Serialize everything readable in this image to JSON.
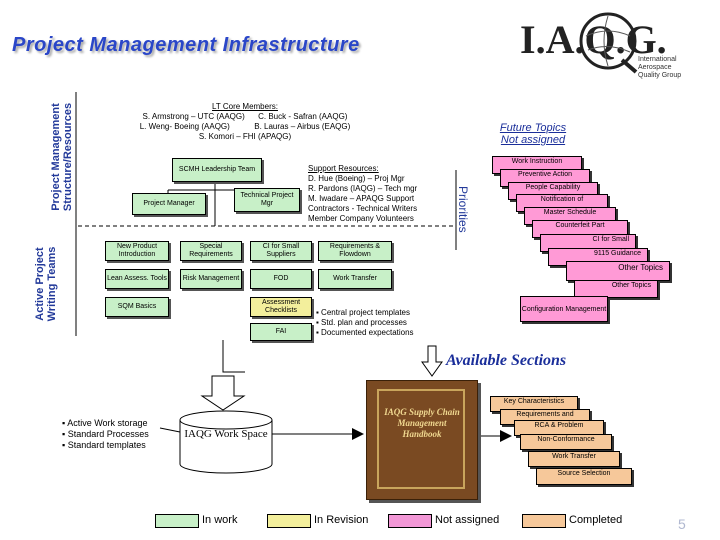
{
  "title": "Project Management Infrastructure",
  "logo": {
    "letters": "I.A.Q.G.",
    "subtitle_line1": "International Aerospace",
    "subtitle_line2": "Quality Group",
    "page_number": "5"
  },
  "side_labels": {
    "top": [
      "Project Management",
      "Structure/Resources"
    ],
    "bottom": [
      "Active Project",
      "Writing Teams"
    ]
  },
  "lt_core": {
    "heading": "LT Core Members:",
    "line1": "S. Armstrong – UTC (AAQG)      C. Buck - Safran (AAQG)",
    "line2": "L. Weng- Boeing (AAQG)           B. Lauras – Airbus (EAQG)",
    "line3": "S. Komori – FHI (APAQG)"
  },
  "leadership": {
    "scmh": "SCMH Leadership Team",
    "project_manager": "Project Manager",
    "technical_pm": "Technical Project Mgr"
  },
  "support": {
    "heading": "Support Resources:",
    "lines": [
      "D. Hue (Boeing) – Proj Mgr",
      "R. Pardons (IAQG) – Tech mgr",
      "M. Iwadare – APAQG Support",
      "Contractors - Technical Writers",
      "Member Company Volunteers"
    ]
  },
  "priorities": "Priorities",
  "future": {
    "heading_line1": "Future Topics",
    "heading_line2": "Not assigned",
    "cards": [
      "Work Instruction",
      "Preventive Action",
      "People Capability",
      "Notification of",
      "Master Schedule",
      "Counterfeit Part",
      "CI for Small",
      "9115 Guidance",
      "Other Topics",
      "Other Topics"
    ],
    "configuration": "Configuration Management"
  },
  "teams": {
    "new_product": "New Product Introduction",
    "special_req": "Special Requirements",
    "ci_small": "CI for Small Suppliers",
    "req_flowdown": "Requirements & Flowdown",
    "lean": "Lean Assess. Tools",
    "risk": "Risk Management",
    "fod": "FOD",
    "work_transfer": "Work Transfer",
    "sqm": "SQM Basics",
    "assessment": "Assessment Checklists",
    "fai": "FAI"
  },
  "bullets_right": [
    "▪ Central project templates",
    "▪ Std. plan and processes",
    "▪ Documented expectations"
  ],
  "available": {
    "heading": "Available Sections",
    "book_title": "IAQG Supply Chain Management Handbook",
    "cards": [
      "Key Characteristics",
      "Requirements and",
      "RCA & Problem",
      "Non-Conformance",
      "Work Transfer",
      "Source Selection"
    ]
  },
  "workspace": {
    "label": "IAQG Work Space",
    "bullets": [
      "▪ Active Work storage",
      "▪ Standard Processes",
      "▪ Standard templates"
    ]
  },
  "legend": [
    {
      "label": "In work",
      "color": "#c8f0c8"
    },
    {
      "label": "In Revision",
      "color": "#f3ef9c"
    },
    {
      "label": "Not assigned",
      "color": "#f297d6"
    },
    {
      "label": "Completed",
      "color": "#f6c89a"
    }
  ]
}
